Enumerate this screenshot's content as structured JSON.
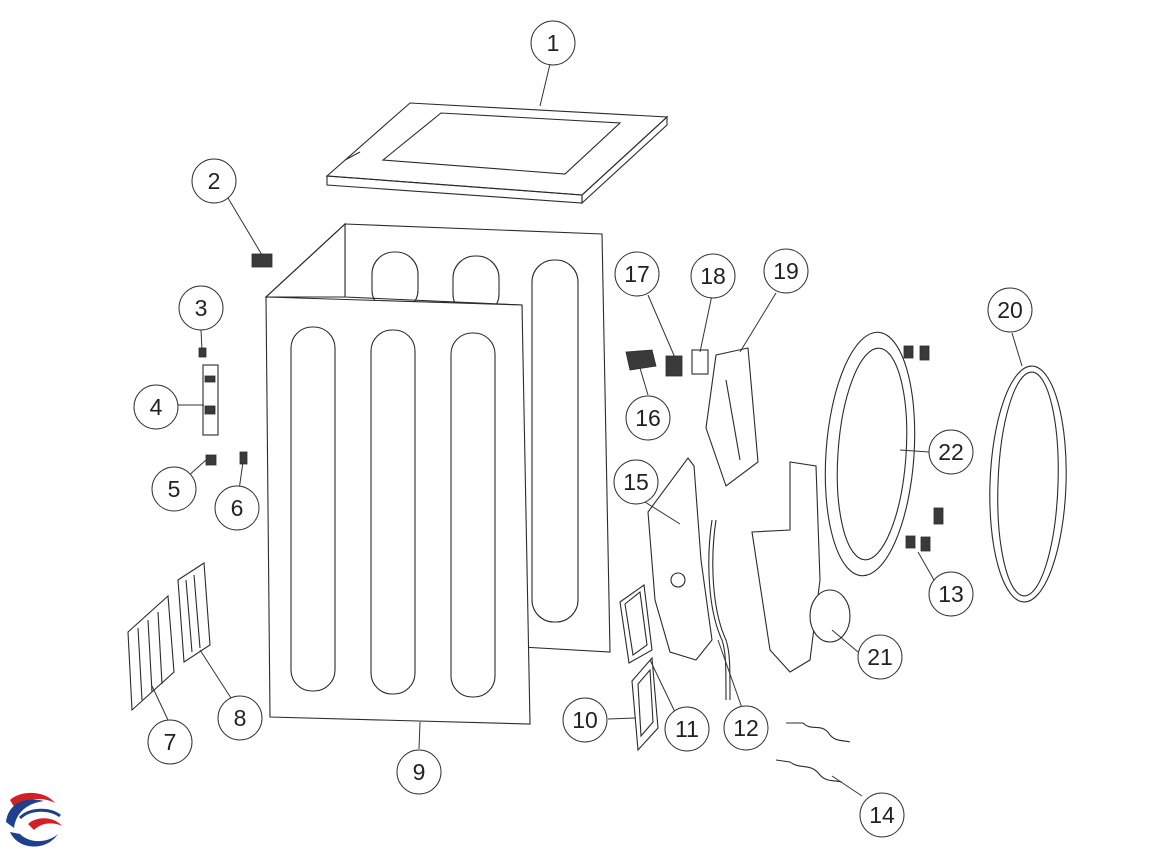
{
  "callouts": [
    {
      "id": "1",
      "label": "1"
    },
    {
      "id": "2",
      "label": "2"
    },
    {
      "id": "3",
      "label": "3"
    },
    {
      "id": "4",
      "label": "4"
    },
    {
      "id": "5",
      "label": "5"
    },
    {
      "id": "6",
      "label": "6"
    },
    {
      "id": "7",
      "label": "7"
    },
    {
      "id": "8",
      "label": "8"
    },
    {
      "id": "9",
      "label": "9"
    },
    {
      "id": "10",
      "label": "10"
    },
    {
      "id": "11",
      "label": "11"
    },
    {
      "id": "12",
      "label": "12"
    },
    {
      "id": "13",
      "label": "13"
    },
    {
      "id": "14",
      "label": "14"
    },
    {
      "id": "15",
      "label": "15"
    },
    {
      "id": "16",
      "label": "16"
    },
    {
      "id": "17",
      "label": "17"
    },
    {
      "id": "18",
      "label": "18"
    },
    {
      "id": "19",
      "label": "19"
    },
    {
      "id": "20",
      "label": "20"
    },
    {
      "id": "21",
      "label": "21"
    },
    {
      "id": "22",
      "label": "22"
    }
  ],
  "colors": {
    "line": "#2b2b2b",
    "logo_blue": "#1f3f8f",
    "logo_red": "#d32027"
  },
  "logo": {
    "icon": "swirl-logo-icon"
  }
}
